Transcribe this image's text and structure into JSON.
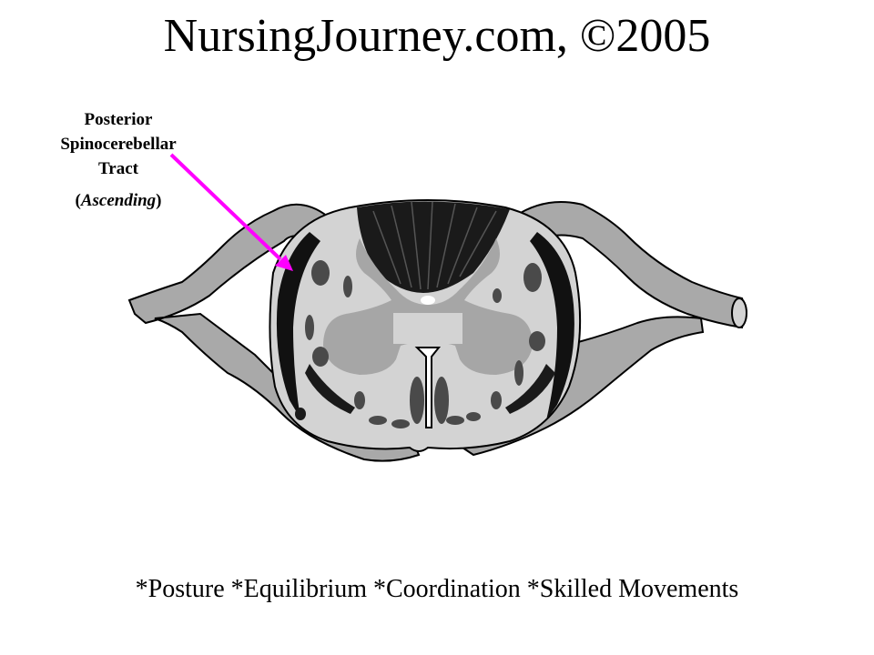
{
  "title": "NursingJourney.com, ©2005",
  "callout": {
    "line1": "Posterior",
    "line2": "Spinocerebellar",
    "line3": "Tract",
    "paren_open": "(",
    "direction": "Ascending",
    "paren_close": ")"
  },
  "caption": "*Posture *Equilibrium *Coordination *Skilled Movements",
  "colors": {
    "arrow": "#ff00ff",
    "white_matter": "#d3d3d3",
    "gray_matter": "#a6a6a6",
    "tract_dark": "#111111",
    "nerve_root": "#a9a9a9",
    "outline": "#000000"
  }
}
